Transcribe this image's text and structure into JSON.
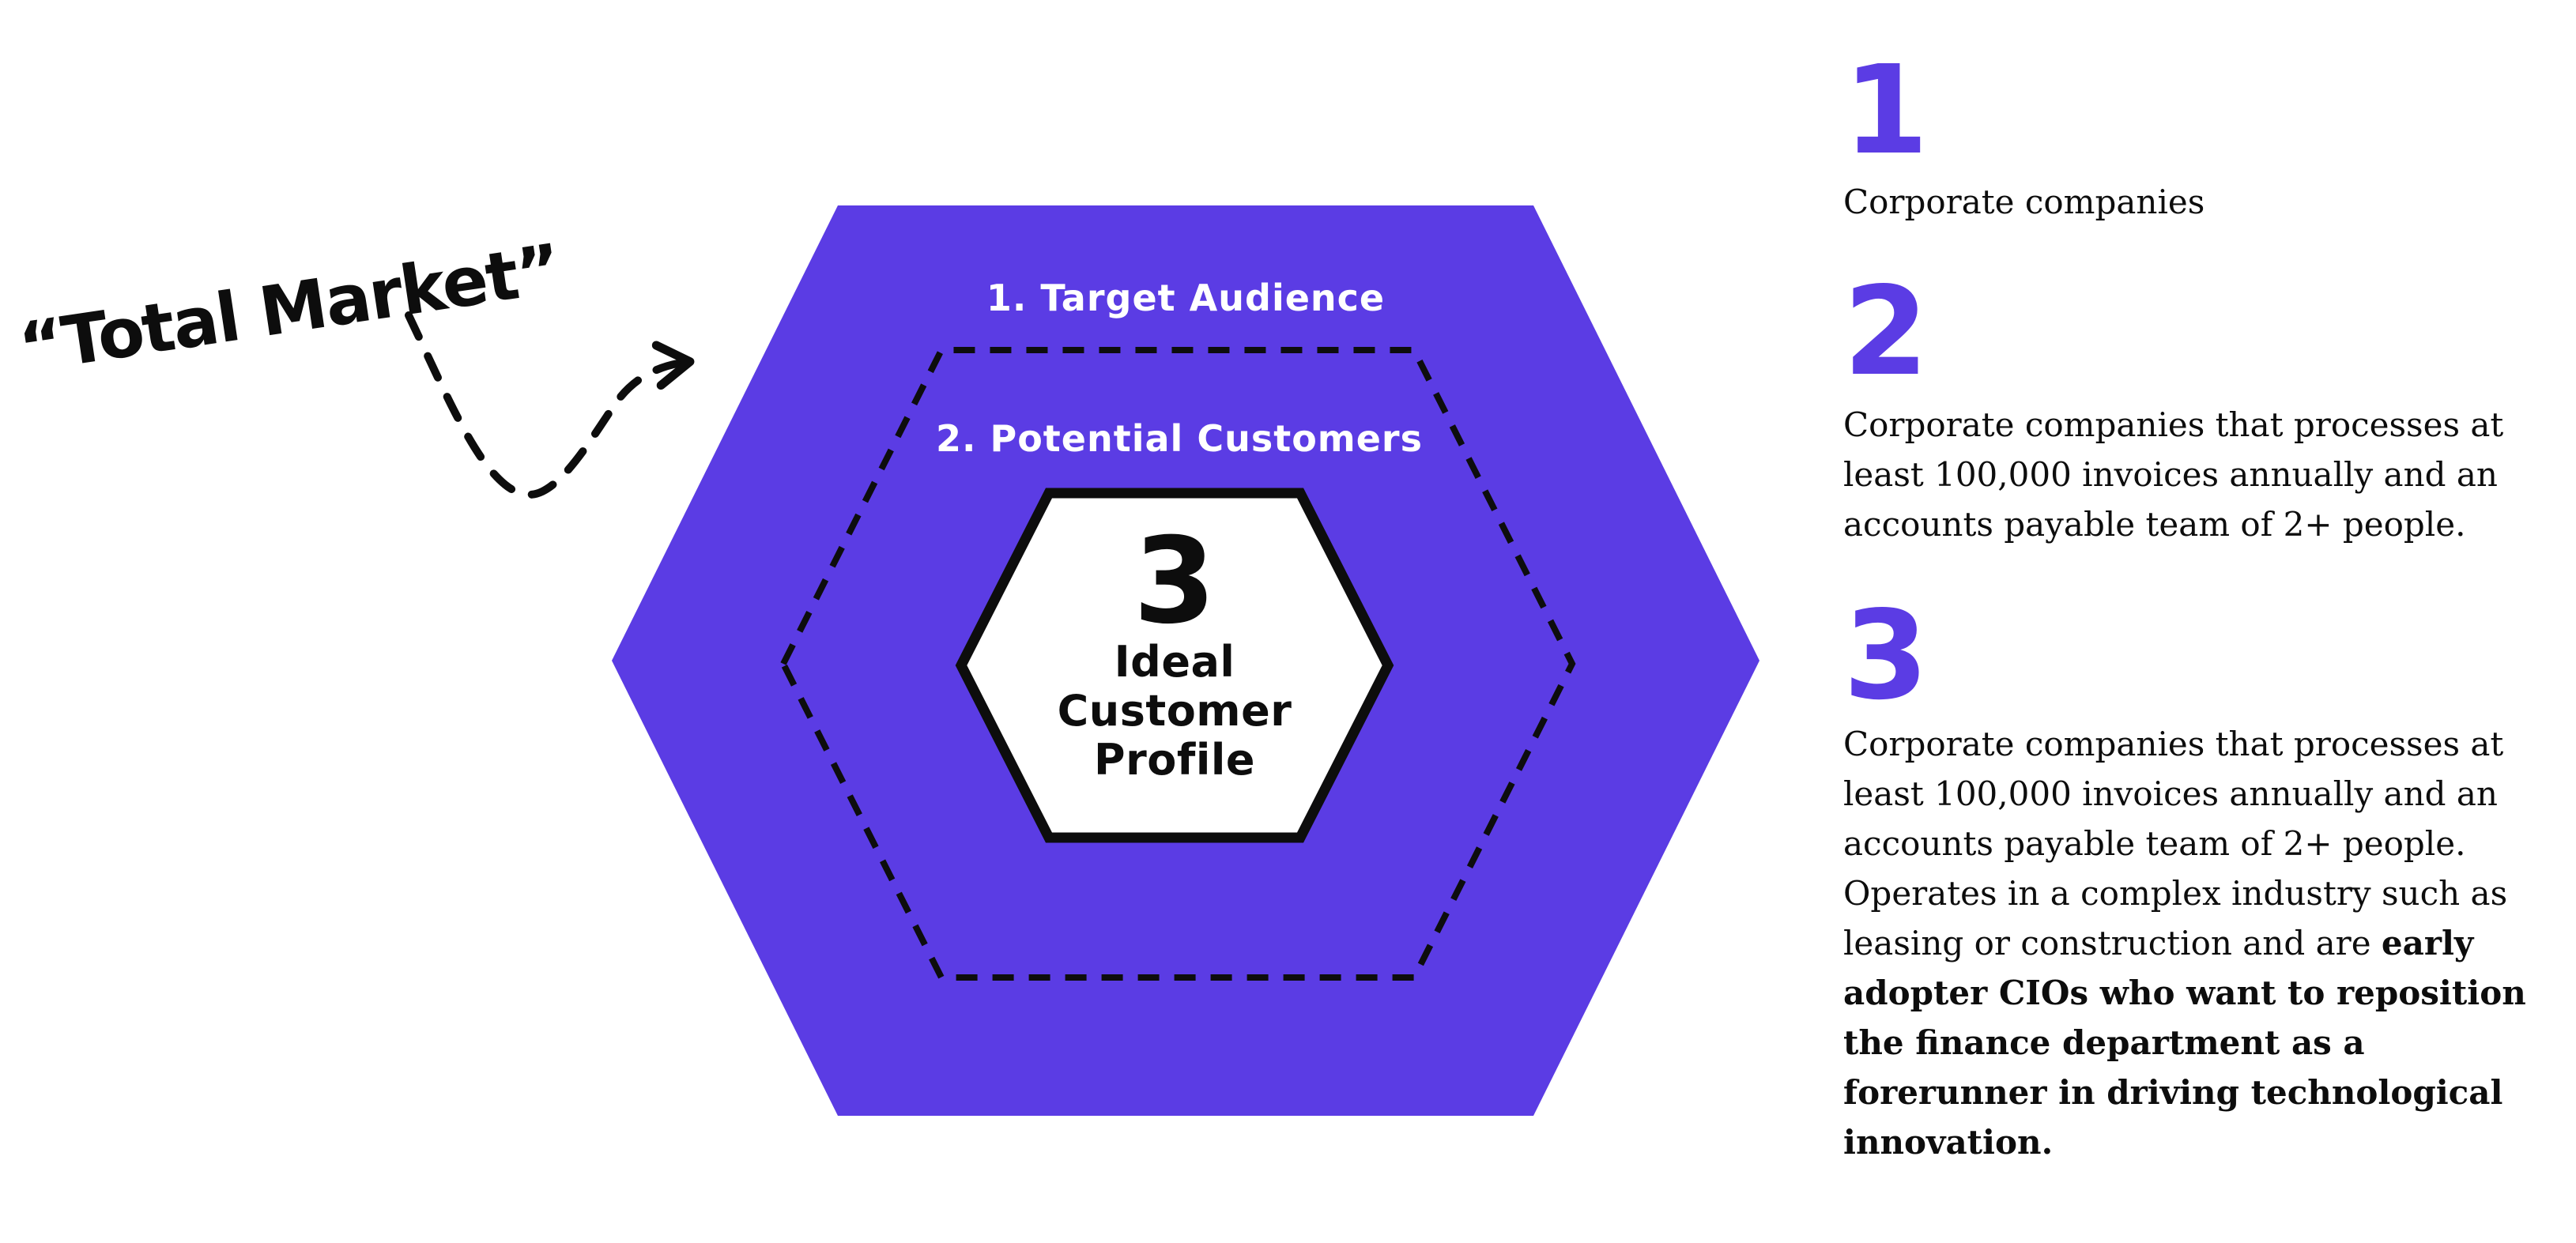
{
  "colors": {
    "purple": "#5B3CE4",
    "ink": "#0D0D0D",
    "white": "#FFFFFF"
  },
  "diagram": {
    "total_market_label": "“Total Market”",
    "outer_label": "1. Target Audience",
    "middle_label": "2. Potential Customers",
    "inner": {
      "number": "3",
      "lines": [
        "Ideal",
        "Customer",
        "Profile"
      ]
    }
  },
  "sections": [
    {
      "number": "1",
      "text": "Corporate companies",
      "bold_text": ""
    },
    {
      "number": "2",
      "text": "Corporate companies that processes at least 100,000 invoices annually and an accounts payable team of 2+ people.",
      "bold_text": ""
    },
    {
      "number": "3",
      "text": "Corporate companies that processes at least 100,000 invoices annually and an accounts payable team of 2+ people. Operates in a complex industry such as leasing or construction and are ",
      "bold_text": "early adopter CIOs who want to reposition the finance department as a forerunner in driving technological innovation."
    }
  ]
}
